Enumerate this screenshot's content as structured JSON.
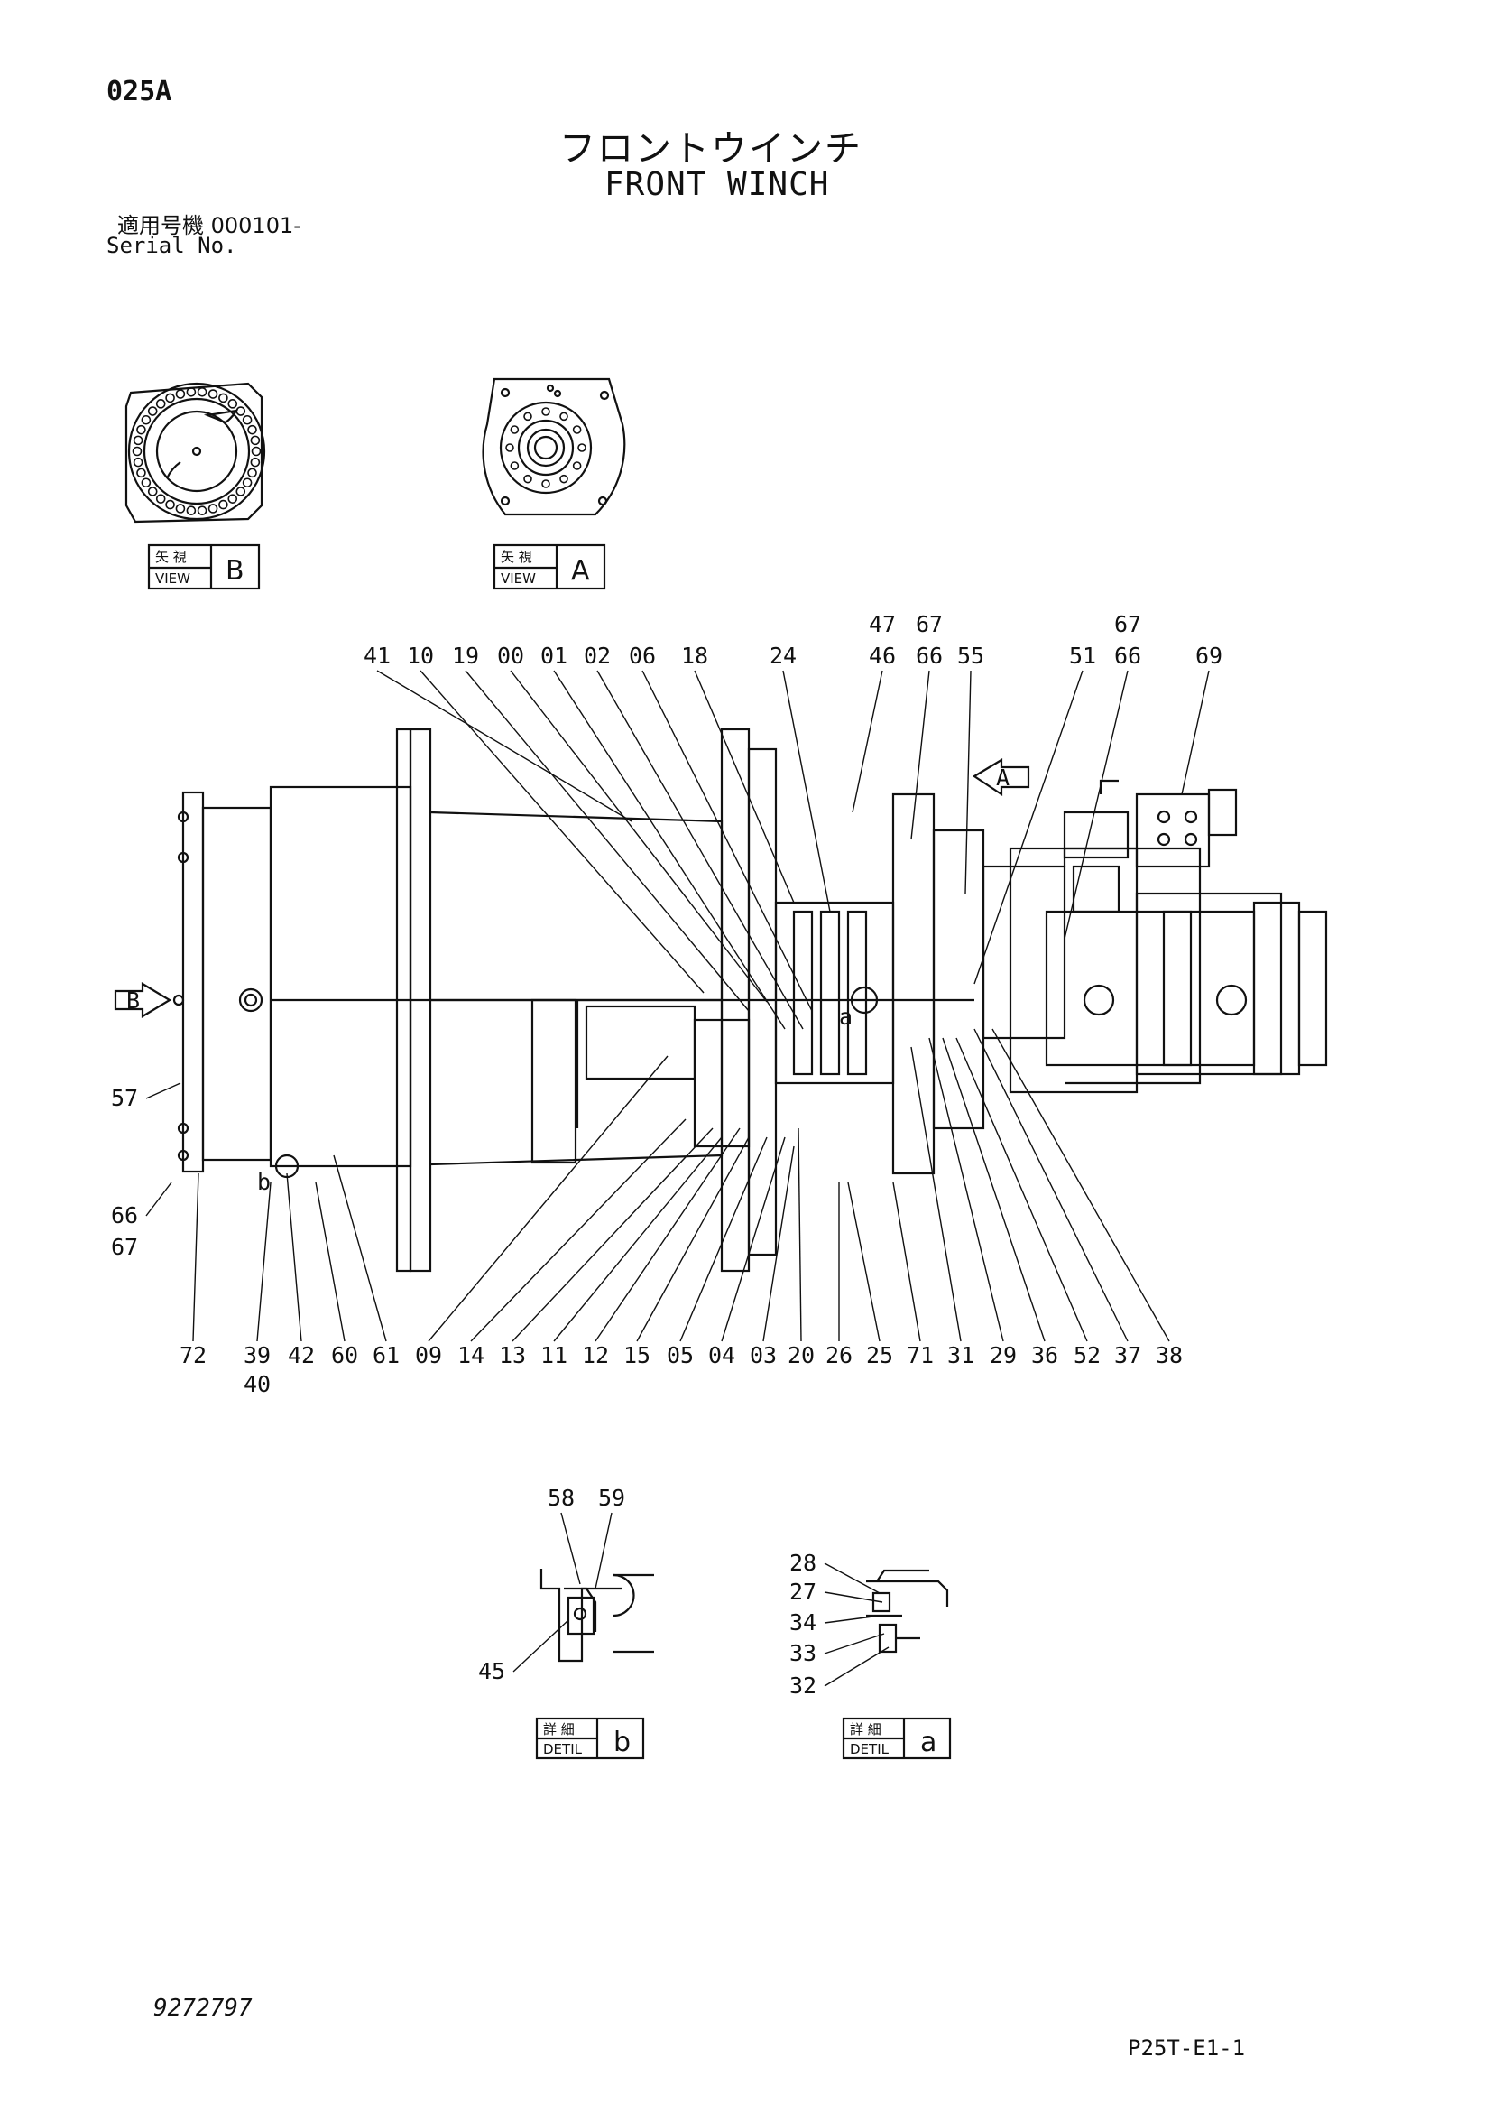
{
  "header": {
    "code": "025A",
    "title_jp": "フロントウインチ",
    "title_en": "FRONT WINCH",
    "serial_jp": "適用号機  000101-",
    "serial_en": "Serial No."
  },
  "footer": {
    "drawing_number": "9272797",
    "page_ref": "P25T-E1-1"
  },
  "view_boxes": {
    "view_b": {
      "small_jp": "矢 視",
      "small_en": "VIEW",
      "letter": "B"
    },
    "view_a": {
      "small_jp": "矢 視",
      "small_en": "VIEW",
      "letter": "A"
    },
    "detail_b": {
      "small_jp": "詳 細",
      "small_en": "DETIL",
      "letter": "b"
    },
    "detail_a": {
      "small_jp": "詳 細",
      "small_en": "DETIL",
      "letter": "a"
    }
  },
  "markers": {
    "arrow_a": "A",
    "arrow_b": "B",
    "detail_a_mark": "a",
    "detail_b_mark": "b"
  },
  "callouts": {
    "top": [
      "41",
      "10",
      "19",
      "00",
      "01",
      "02",
      "06",
      "18",
      "24",
      "47",
      "46",
      "67",
      "66",
      "55",
      "51",
      "67",
      "66",
      "69"
    ],
    "bottom": [
      "72",
      "39",
      "40",
      "42",
      "60",
      "61",
      "09",
      "14",
      "13",
      "11",
      "12",
      "15",
      "05",
      "04",
      "03",
      "20",
      "26",
      "25",
      "71",
      "31",
      "29",
      "36",
      "52",
      "37",
      "38"
    ],
    "left": [
      "57",
      "66",
      "67"
    ],
    "detail_b": [
      "58",
      "59",
      "45"
    ],
    "detail_a": [
      "28",
      "27",
      "34",
      "33",
      "32"
    ]
  }
}
